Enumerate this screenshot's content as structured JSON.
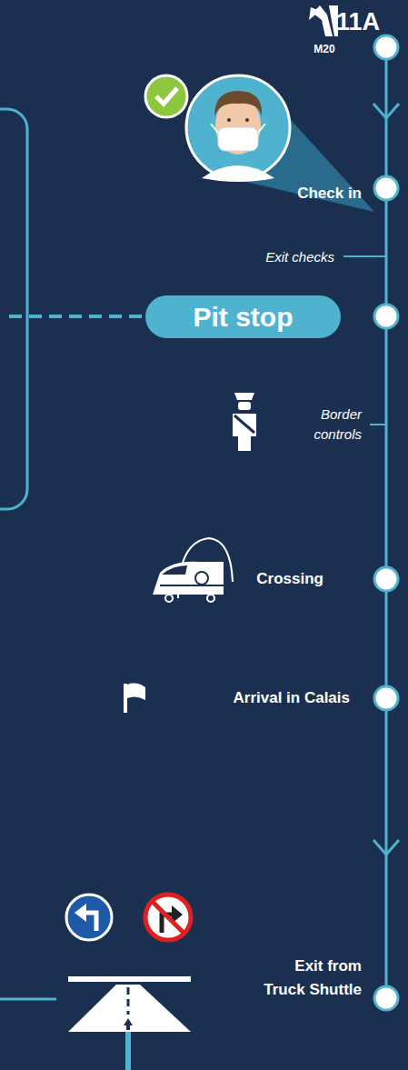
{
  "diagram": {
    "nodes": [
      {
        "text": [
          "Pit stop"
        ]
      }
    ],
    "labels": [
      "11A",
      "M20",
      "Check in",
      "Exit checks",
      "Border controls",
      "Crossing",
      "Arrival in Calais",
      "Exit from Truck Shuttle"
    ]
  }
}
